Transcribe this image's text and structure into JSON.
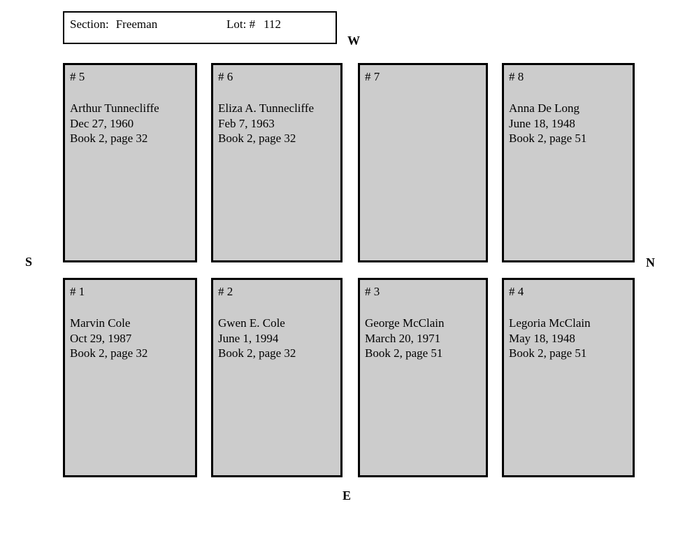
{
  "header": {
    "section_label": "Section:",
    "section_value": "Freeman",
    "lot_label": "Lot: #",
    "lot_value": "112"
  },
  "compass": {
    "west": "W",
    "south": "S",
    "north": "N",
    "east": "E"
  },
  "plots": [
    {
      "number": "# 5",
      "name": "Arthur Tunnecliffe",
      "date": "Dec 27, 1960",
      "record": "Book 2, page 32"
    },
    {
      "number": "# 6",
      "name": "Eliza A. Tunnecliffe",
      "date": "Feb 7, 1963",
      "record": "Book 2, page 32"
    },
    {
      "number": "# 7",
      "name": "",
      "date": "",
      "record": ""
    },
    {
      "number": "# 8",
      "name": "Anna De Long",
      "date": "June 18, 1948",
      "record": "Book 2, page 51"
    },
    {
      "number": "# 1",
      "name": "Marvin Cole",
      "date": "Oct 29, 1987",
      "record": "Book 2, page 32"
    },
    {
      "number": "# 2",
      "name": "Gwen E. Cole",
      "date": "June 1, 1994",
      "record": "Book 2, page 32"
    },
    {
      "number": "# 3",
      "name": "George McClain",
      "date": "March 20, 1971",
      "record": "Book 2, page 51"
    },
    {
      "number": "# 4",
      "name": "Legoria McClain",
      "date": "May 18, 1948",
      "record": "Book 2, page 51"
    }
  ],
  "colors": {
    "plot_fill": "#cccccc",
    "border": "#000000",
    "background": "#ffffff"
  }
}
